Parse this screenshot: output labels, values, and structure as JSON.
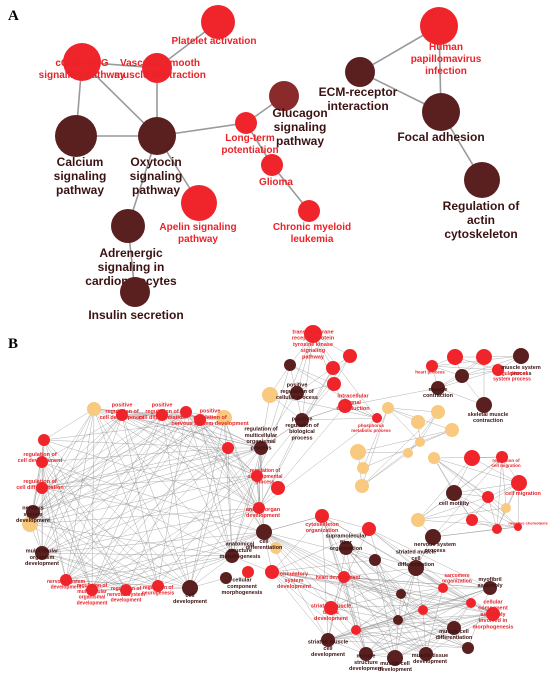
{
  "panels": [
    {
      "id": "A",
      "label": "A"
    },
    {
      "id": "B",
      "label": "B"
    }
  ],
  "colors": {
    "red": "#f0252b",
    "dark": "#5a1f1f",
    "maroon": "#8b2a2a",
    "light": "#f8c97f",
    "edge": "#9a9a9a",
    "red_text": "#e8242a",
    "dark_text": "#3a1212",
    "orange_text": "#e08a2a"
  },
  "panelA": {
    "nodes": [
      {
        "id": "platelet",
        "label": [
          "Platelet activation"
        ],
        "color": "red"
      },
      {
        "id": "cgmp",
        "label": [
          "cGMP-PKG",
          "signaling pathway"
        ],
        "color": "red"
      },
      {
        "id": "vsmc",
        "label": [
          "Vascular smooth",
          "muscle contraction"
        ],
        "color": "red"
      },
      {
        "id": "calcium",
        "label": [
          "Calcium",
          "signaling",
          "pathway"
        ],
        "color": "dark"
      },
      {
        "id": "oxytocin",
        "label": [
          "Oxytocin",
          "signaling",
          "pathway"
        ],
        "color": "dark"
      },
      {
        "id": "apelin",
        "label": [
          "Apelin signaling",
          "pathway"
        ],
        "color": "red"
      },
      {
        "id": "adrenergic",
        "label": [
          "Adrenergic",
          "signaling in",
          "cardiomyocytes"
        ],
        "color": "dark"
      },
      {
        "id": "insulin",
        "label": [
          "Insulin secretion"
        ],
        "color": "dark"
      },
      {
        "id": "ltp",
        "label": [
          "Long-term",
          "potentiation"
        ],
        "color": "red"
      },
      {
        "id": "glucagon",
        "label": [
          "Glucagon",
          "signaling",
          "pathway"
        ],
        "color": "maroon"
      },
      {
        "id": "glioma",
        "label": [
          "Glioma"
        ],
        "color": "red"
      },
      {
        "id": "cml",
        "label": [
          "Chronic myeloid",
          "leukemia"
        ],
        "color": "red"
      },
      {
        "id": "ecm",
        "label": [
          "ECM-receptor",
          "interaction"
        ],
        "color": "dark"
      },
      {
        "id": "hpv",
        "label": [
          "Human",
          "papillomavirus",
          "infection"
        ],
        "color": "red"
      },
      {
        "id": "focal",
        "label": [
          "Focal adhesion"
        ],
        "color": "dark"
      },
      {
        "id": "actin",
        "label": [
          "Regulation of",
          "actin",
          "cytoskeleton"
        ],
        "color": "dark"
      }
    ],
    "edges": [
      [
        "cgmp",
        "vsmc"
      ],
      [
        "cgmp",
        "calcium"
      ],
      [
        "cgmp",
        "oxytocin"
      ],
      [
        "vsmc",
        "oxytocin"
      ],
      [
        "vsmc",
        "platelet"
      ],
      [
        "calcium",
        "oxytocin"
      ],
      [
        "oxytocin",
        "apelin"
      ],
      [
        "oxytocin",
        "adrenergic"
      ],
      [
        "adrenergic",
        "insulin"
      ],
      [
        "oxytocin",
        "ltp"
      ],
      [
        "ltp",
        "glucagon"
      ],
      [
        "ltp",
        "glioma"
      ],
      [
        "glioma",
        "cml"
      ],
      [
        "ecm",
        "hpv"
      ],
      [
        "ecm",
        "focal"
      ],
      [
        "hpv",
        "focal"
      ],
      [
        "focal",
        "actin"
      ]
    ]
  },
  "panelB": {
    "nodes": [
      {
        "id": "b1",
        "label": [
          "positive",
          "regulation of",
          "cell development"
        ],
        "color": "red"
      },
      {
        "id": "b2",
        "label": [
          "positive",
          "regulation of",
          "cell differentiation"
        ],
        "color": "red"
      },
      {
        "id": "b3",
        "label": [
          "positive",
          "regulation of",
          "nervous system development"
        ],
        "color": "red"
      },
      {
        "id": "b4",
        "label": [
          "regulation of",
          "cell development"
        ],
        "color": "red"
      },
      {
        "id": "b5",
        "label": [
          "regulation of",
          "cell differentiation"
        ],
        "color": "red"
      },
      {
        "id": "b6",
        "label": [
          "nervous",
          "system",
          "development"
        ],
        "color": "dark"
      },
      {
        "id": "b7",
        "label": [
          "multicellular",
          "organism",
          "development"
        ],
        "color": "dark"
      },
      {
        "id": "b8",
        "label": [
          "nervous system",
          "development"
        ],
        "color": "red"
      },
      {
        "id": "b9",
        "label": [
          "regulation of",
          "multicellular",
          "organismal",
          "development"
        ],
        "color": "red"
      },
      {
        "id": "b10",
        "label": [
          "regulation of",
          "nervous system",
          "development"
        ],
        "color": "red"
      },
      {
        "id": "b11",
        "label": [
          "regulation of",
          "neurogenesis"
        ],
        "color": "red"
      },
      {
        "id": "b12",
        "label": [
          "cell",
          "development"
        ],
        "color": "dark"
      },
      {
        "id": "b13",
        "label": [
          "anatomical",
          "structure",
          "morphogenesis"
        ],
        "color": "dark"
      },
      {
        "id": "b14",
        "label": [
          "cell",
          "differentiation"
        ],
        "color": "dark"
      },
      {
        "id": "b15",
        "label": [
          "regulation of",
          "developmental",
          "process"
        ],
        "color": "red"
      },
      {
        "id": "b16",
        "label": [
          "animal organ",
          "development"
        ],
        "color": "red"
      },
      {
        "id": "b17",
        "label": [
          "regulation of",
          "multicellular",
          "organismal",
          "process"
        ],
        "color": "dark"
      },
      {
        "id": "b18",
        "label": [
          "positive",
          "regulation of",
          "cellular process"
        ],
        "color": "dark"
      },
      {
        "id": "b19",
        "label": [
          "positive",
          "regulation of",
          "biological",
          "process"
        ],
        "color": "dark"
      },
      {
        "id": "b20",
        "label": [
          "transmembrane",
          "receptor protein",
          "tyrosine kinase",
          "signaling",
          "pathway"
        ],
        "color": "red"
      },
      {
        "id": "b21",
        "label": [
          "intracellular",
          "signal",
          "transduction"
        ],
        "color": "red"
      },
      {
        "id": "b22",
        "label": [
          "phosphorus",
          "metabolic process"
        ],
        "color": "red"
      },
      {
        "id": "b23",
        "label": [
          "cellular",
          "component",
          "morphogenesis"
        ],
        "color": "dark"
      },
      {
        "id": "b24",
        "label": [
          "circulatory",
          "system",
          "development"
        ],
        "color": "red"
      },
      {
        "id": "b25",
        "label": [
          "actin",
          "cytoskeleton",
          "organization"
        ],
        "color": "red"
      },
      {
        "id": "b26",
        "label": [
          "supramolecular",
          "fiber",
          "organization"
        ],
        "color": "dark"
      },
      {
        "id": "b27",
        "label": [
          "heart development"
        ],
        "color": "red"
      },
      {
        "id": "b28",
        "label": [
          "striated muscle",
          "cell",
          "differentiation"
        ],
        "color": "dark"
      },
      {
        "id": "b29",
        "label": [
          "striated muscle",
          "tissue",
          "development"
        ],
        "color": "red"
      },
      {
        "id": "b30",
        "label": [
          "striated muscle",
          "cell",
          "development"
        ],
        "color": "dark"
      },
      {
        "id": "b31",
        "label": [
          "muscle",
          "structure",
          "development"
        ],
        "color": "dark"
      },
      {
        "id": "b32",
        "label": [
          "muscle cell",
          "development"
        ],
        "color": "dark"
      },
      {
        "id": "b33",
        "label": [
          "muscle tissue",
          "development"
        ],
        "color": "dark"
      },
      {
        "id": "b34",
        "label": [
          "muscle cell",
          "differentiation"
        ],
        "color": "dark"
      },
      {
        "id": "b35",
        "label": [
          "myofibril",
          "assembly"
        ],
        "color": "dark"
      },
      {
        "id": "b36",
        "label": [
          "cellular",
          "component",
          "assembly",
          "involved in",
          "morphogenesis"
        ],
        "color": "red"
      },
      {
        "id": "b37",
        "label": [
          "sarcomere",
          "organization"
        ],
        "color": "red"
      },
      {
        "id": "b38",
        "label": [
          "muscle system",
          "process"
        ],
        "color": "dark"
      },
      {
        "id": "b39",
        "label": [
          "muscle",
          "contraction"
        ],
        "color": "dark"
      },
      {
        "id": "b40",
        "label": [
          "skeletal muscle",
          "contraction"
        ],
        "color": "dark"
      },
      {
        "id": "b41",
        "label": [
          "regulation of",
          "system process"
        ],
        "color": "red"
      },
      {
        "id": "b42",
        "label": [
          "heart process"
        ],
        "color": "red"
      },
      {
        "id": "b43",
        "label": [
          "cell motility"
        ],
        "color": "dark"
      },
      {
        "id": "b44",
        "label": [
          "cell migration"
        ],
        "color": "red"
      },
      {
        "id": "b45",
        "label": [
          "regulation of",
          "cell migration"
        ],
        "color": "red"
      },
      {
        "id": "b46",
        "label": [
          "negative chemotaxis"
        ],
        "color": "red"
      },
      {
        "id": "b47",
        "label": [
          "nervous system",
          "process"
        ],
        "color": "dark"
      }
    ]
  }
}
